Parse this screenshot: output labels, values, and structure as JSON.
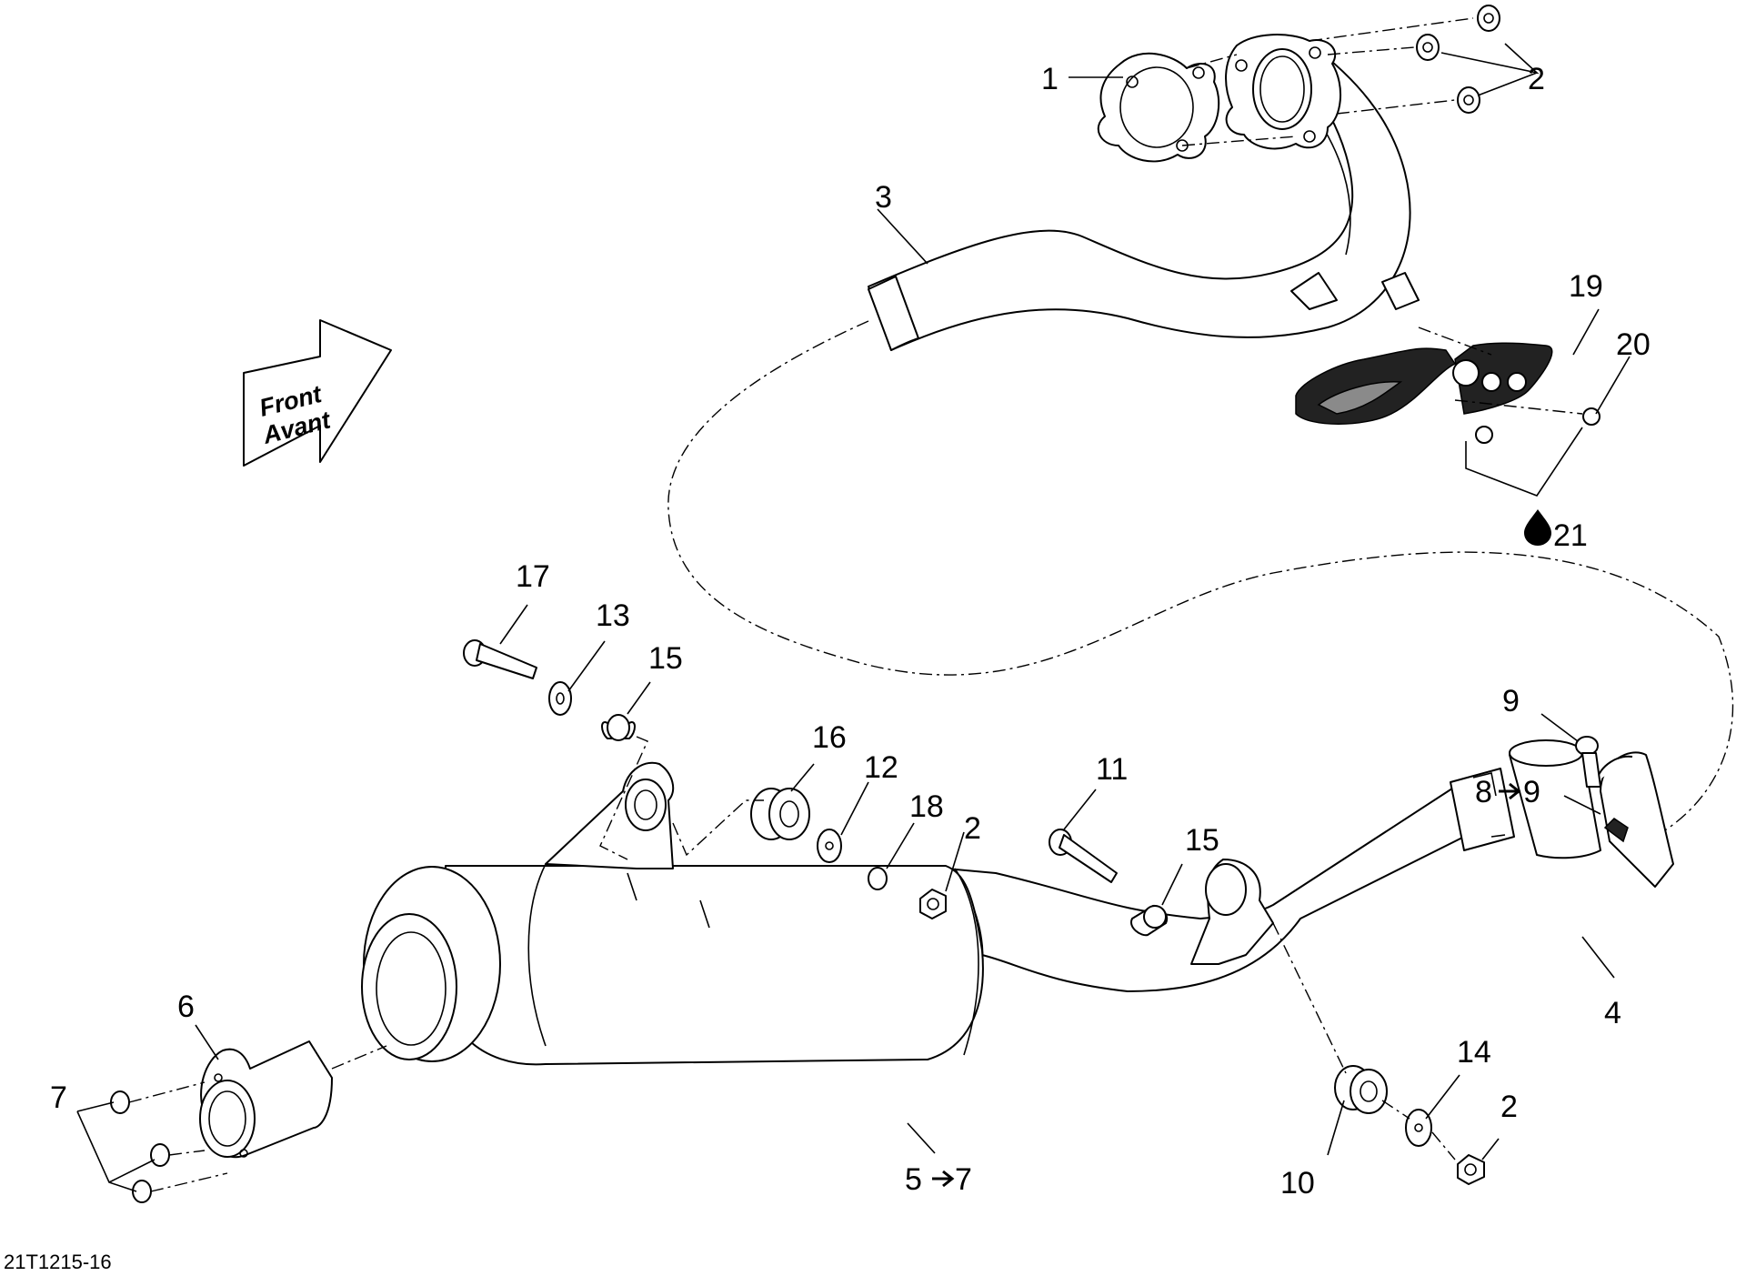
{
  "direction_arrow": {
    "line1": "Front",
    "line2": "Avant"
  },
  "reference_code": "21T1215-16",
  "callouts": {
    "c1": "1",
    "c2a": "2",
    "c3": "3",
    "c4": "4",
    "c5": "5",
    "c6": "6",
    "c7": "7",
    "c7b": "7",
    "c8": "8",
    "c9a": "9",
    "c9b": "9",
    "c10": "10",
    "c11": "11",
    "c12": "12",
    "c13": "13",
    "c14": "14",
    "c15a": "15",
    "c15b": "15",
    "c16": "16",
    "c17": "17",
    "c18": "18",
    "c2b": "2",
    "c2c": "2",
    "c19": "19",
    "c20": "20",
    "c21": "21"
  },
  "icons": [
    "right-arrow-icon",
    "droplet-icon"
  ]
}
